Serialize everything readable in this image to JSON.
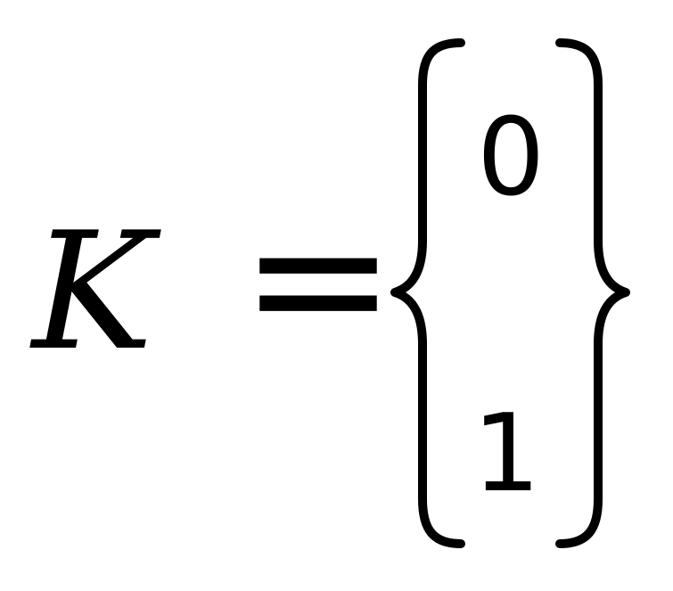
{
  "formula": {
    "variable": "K",
    "operator": "=",
    "entries": [
      "0",
      "1"
    ]
  }
}
